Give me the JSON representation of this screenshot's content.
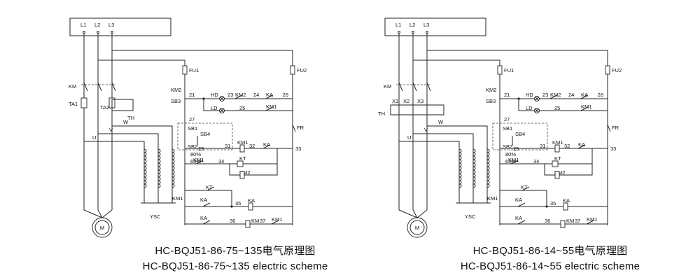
{
  "diagrams": [
    {
      "phase_labels": [
        "L1",
        "L2",
        "L3"
      ],
      "labels": {
        "km": "KM",
        "ta1": "TA1",
        "ta2": "TA2",
        "th": "TH",
        "w": "W",
        "v": "V",
        "u": "U",
        "ysc": "YSC",
        "motor": "M",
        "fu1": "FU1",
        "fu2": "FU2",
        "km2_contact": "KM2",
        "sb3": "SB3",
        "n21": "21",
        "hd": "HD",
        "n23": "23",
        "km2_a": "KM2",
        "n24": "24",
        "ka_a": "KA",
        "n26": "26",
        "ld": "LD",
        "n25": "25",
        "km1_a": "KM1",
        "n27": "27",
        "sb1": "SB1",
        "sb4": "SB4",
        "sb2": "SB2",
        "n29": "29",
        "n31": "31",
        "km1_coil": "KM1",
        "n32": "32",
        "ka_b": "KA",
        "n33": "33",
        "fr": "FR",
        "p80": "80%",
        "p65": "65%",
        "km1_b": "KM1",
        "n34": "34",
        "kt": "KT",
        "km2_coil": "KM2",
        "kt_b": "KT",
        "km1_c": "KM1",
        "ka_c": "KA",
        "n35": "35",
        "ka_coil": "KA",
        "ka_d": "KA",
        "n36": "36",
        "km_coil": "KM",
        "n37": "37",
        "km1_d": "KM1"
      },
      "caption_cn": "HC-BQJ51-86-75~135电气原理图",
      "caption_en": "HC-BQJ51-86-75~135 electric scheme"
    },
    {
      "phase_labels": [
        "L1",
        "L2",
        "L3"
      ],
      "labels": {
        "km": "KM",
        "x1": "X1",
        "x2": "X2",
        "x3": "X3",
        "th": "TH",
        "w": "W",
        "v": "V",
        "u": "U",
        "ysc": "YSC",
        "motor": "M",
        "fu1": "FU1",
        "fu2": "FU2",
        "km2_contact": "KM2",
        "sb3": "SB3",
        "n21": "21",
        "hd": "HD",
        "n23": "23",
        "km2_a": "KM2",
        "n24": "24",
        "ka_a": "KA",
        "n26": "26",
        "ld": "LD",
        "n25": "25",
        "km1_a": "KM1",
        "n27": "27",
        "sb1": "SB1",
        "sb4": "SB4",
        "sb2": "SB2",
        "n29": "29",
        "n31": "31",
        "km1_coil": "KM1",
        "n32": "32",
        "ka_b": "KA",
        "n33": "33",
        "fr": "FR",
        "p80": "80%",
        "p65": "65%",
        "km1_b": "KM1",
        "n34": "34",
        "kt": "KT",
        "km2_coil": "KM2",
        "kt_b": "KT",
        "km1_c": "KM1",
        "ka_c": "KA",
        "n35": "35",
        "ka_coil": "KA",
        "ka_d": "KA",
        "n36": "36",
        "km_coil": "KM",
        "n37": "37",
        "km1_d": "KM1"
      },
      "caption_cn": "HC-BQJ51-86-14~55电气原理图",
      "caption_en": "HC-BQJ51-86-14~55 electric scheme"
    }
  ]
}
